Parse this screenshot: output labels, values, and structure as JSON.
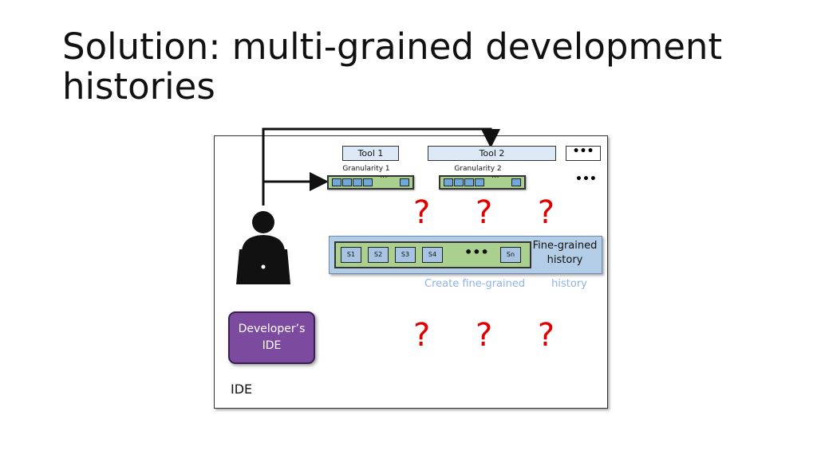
{
  "title": {
    "line1": "Solution: multi-grained development",
    "line2": "histories"
  },
  "diagram": {
    "tools": [
      {
        "label": "Tool 1"
      },
      {
        "label": "Tool 2"
      },
      {
        "label": "•••"
      }
    ],
    "granularities": [
      {
        "label": "Granularity 1"
      },
      {
        "label": "Granularity 2"
      }
    ],
    "side_ellipsis": "•••",
    "question_marks": "? ? ?",
    "snapshots": [
      "S1",
      "S2",
      "S3",
      "S4",
      "Sn"
    ],
    "history_ellipsis": "•••",
    "history_label": "Fine-grained history",
    "create_label": "Create fine-grained        history",
    "developer_ide_label": "Developer’s IDE",
    "ide_label": "IDE"
  },
  "colors": {
    "question": "#e00000",
    "history_bg": "#b4cde6",
    "green": "#a9d08e",
    "developer_ide": "#7c4a9e",
    "create_text": "#8eb4e3"
  }
}
